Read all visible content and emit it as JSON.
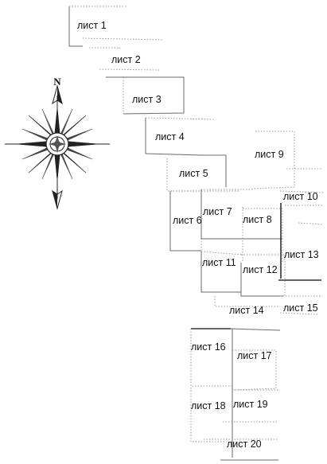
{
  "map": {
    "north_label": "N",
    "sheets": [
      {
        "id": 1,
        "label": "лист 1"
      },
      {
        "id": 2,
        "label": "лист 2"
      },
      {
        "id": 3,
        "label": "лист 3"
      },
      {
        "id": 4,
        "label": "лист 4"
      },
      {
        "id": 5,
        "label": "лист 5"
      },
      {
        "id": 6,
        "label": "лист 6"
      },
      {
        "id": 7,
        "label": "лист 7"
      },
      {
        "id": 8,
        "label": "лист 8"
      },
      {
        "id": 9,
        "label": "лист 9"
      },
      {
        "id": 10,
        "label": "лист 10"
      },
      {
        "id": 11,
        "label": "лист 11"
      },
      {
        "id": 12,
        "label": "лист 12"
      },
      {
        "id": 13,
        "label": "лист 13"
      },
      {
        "id": 14,
        "label": "лист 14"
      },
      {
        "id": 15,
        "label": "лист 15"
      },
      {
        "id": 16,
        "label": "лист 16"
      },
      {
        "id": 17,
        "label": "лист 17"
      },
      {
        "id": 18,
        "label": "лист 18"
      },
      {
        "id": 19,
        "label": "лист 19"
      },
      {
        "id": 20,
        "label": "лист 20"
      }
    ]
  },
  "colors": {
    "background": "#ffffff",
    "line": "#6a6a6a",
    "text": "#111111"
  }
}
